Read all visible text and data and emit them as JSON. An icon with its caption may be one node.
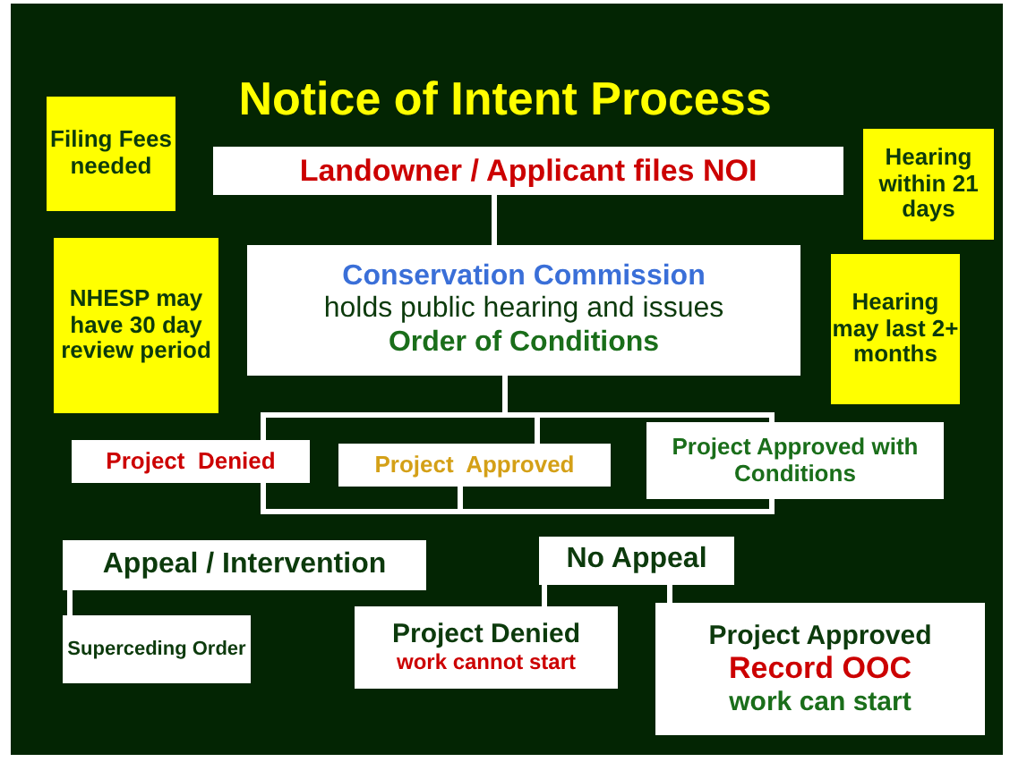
{
  "diagram": {
    "title": "Notice of Intent Process",
    "nodes": [
      {
        "text": [
          "Filing Fees needed"
        ]
      },
      {
        "text": [
          "Landowner / Applicant files NOI"
        ]
      },
      {
        "text": [
          "Hearing within 21 days"
        ]
      },
      {
        "text": [
          "NHESP may have 30 day review period"
        ]
      },
      {
        "text": [
          "Conservation Commission",
          "holds public hearing and issues",
          "Order of Conditions"
        ]
      },
      {
        "text": [
          "Hearing may last 2+ months"
        ]
      },
      {
        "text": [
          "Project  Denied"
        ]
      },
      {
        "text": [
          "Project  Approved"
        ]
      },
      {
        "text": [
          "Project Approved with Conditions"
        ]
      },
      {
        "text": [
          "Appeal / Intervention"
        ]
      },
      {
        "text": [
          "No Appeal"
        ]
      },
      {
        "text": [
          "Superceding Order"
        ]
      },
      {
        "text": [
          "Project Denied",
          "work cannot start"
        ]
      },
      {
        "text": [
          "Project Approved",
          "Record OOC",
          "work can start"
        ]
      }
    ],
    "edges": [
      {
        "from": 1,
        "to": 4,
        "arrow": "none"
      },
      {
        "from": 4,
        "to": 6,
        "arrow": "none"
      },
      {
        "from": 4,
        "to": 7,
        "arrow": "none"
      },
      {
        "from": 4,
        "to": 8,
        "arrow": "none"
      },
      {
        "from": 9,
        "to": 11,
        "arrow": "none"
      },
      {
        "from": 10,
        "to": 12,
        "arrow": "none"
      },
      {
        "from": 10,
        "to": 13,
        "arrow": "none"
      }
    ]
  }
}
